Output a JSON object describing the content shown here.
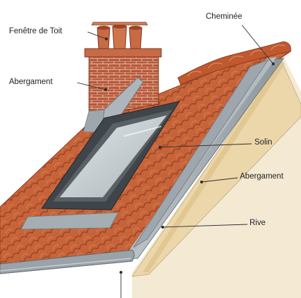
{
  "labels": {
    "fenetre_de_toit": "Fenêtre de Toit",
    "abergament_left": "Abergament",
    "cheminee": "Cheminée",
    "solin": "Solin",
    "abergament_right": "Abergament",
    "rive": "Rive"
  },
  "colors": {
    "tile": "#c8643a",
    "tile_dark": "#9a4526",
    "tile_light": "#e08a5c",
    "zinc": "#a9b2b8",
    "zinc_dark": "#7c868d",
    "wood": "#f1dfb8",
    "wood_edge": "#c9b38a",
    "brick": "#b8583a",
    "glass": "#cfd6d9",
    "frame": "#4a4f54",
    "leader": "#2b2b2b"
  }
}
